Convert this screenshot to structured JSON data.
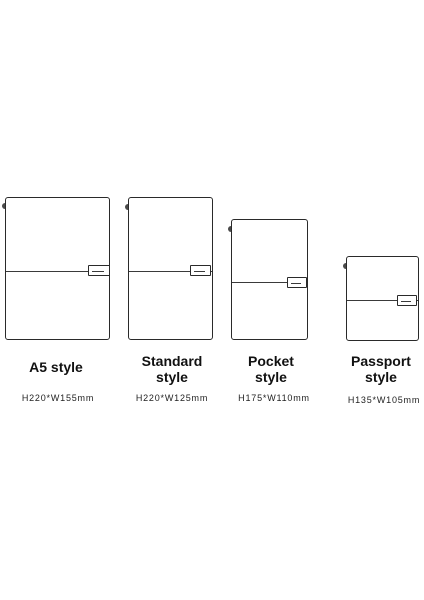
{
  "notebooks": [
    {
      "name": "A5 style",
      "size": "H220*W155mm"
    },
    {
      "name_line1": "Standard",
      "name_line2": "style",
      "size": "H220*W125mm"
    },
    {
      "name_line1": "Pocket",
      "name_line2": "style",
      "size": "H175*W110mm"
    },
    {
      "name_line1": "Passport",
      "name_line2": "style",
      "size": "H135*W105mm"
    }
  ],
  "colors": {
    "outline": "#2a2a2a",
    "background": "#ffffff",
    "text": "#111111"
  }
}
